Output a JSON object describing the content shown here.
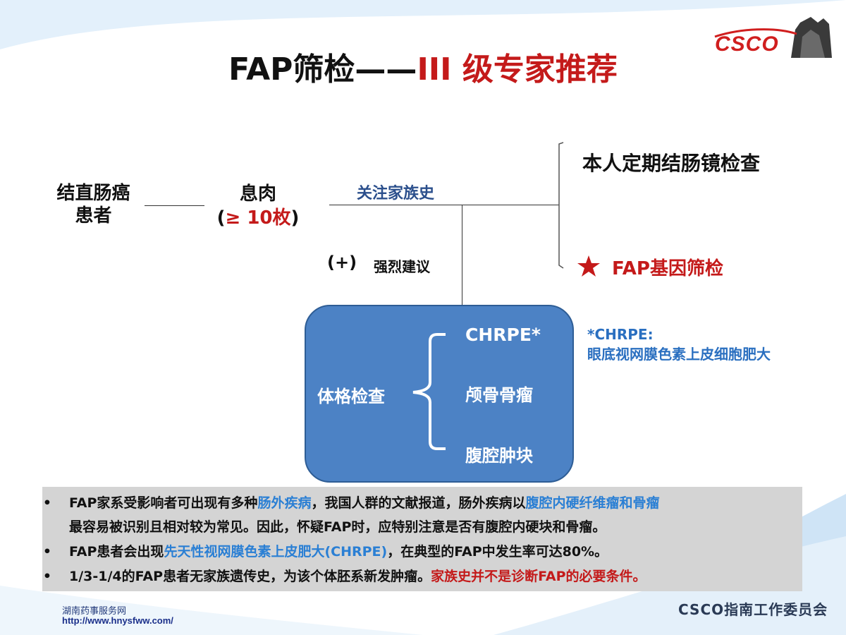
{
  "title": {
    "black": "FAP筛检——",
    "red": "III 级专家推荐"
  },
  "logo": {
    "text": "CSCO"
  },
  "diagram": {
    "patient": {
      "line1": "结直肠癌",
      "line2": "患者"
    },
    "polyp": {
      "line1": "息肉",
      "open": "(",
      "count": "≥ 10枚",
      "close": ")"
    },
    "family_history": "关注家族史",
    "positive": "(+)",
    "strong_recommend": "强烈建议",
    "branch_top": "本人定期结肠镜检查",
    "branch_bottom": "FAP基因筛检",
    "exam_box": {
      "label": "体格检查",
      "items": [
        "CHRPE*",
        "颅骨骨瘤",
        "腹腔肿块"
      ]
    },
    "footnote": {
      "line1": "*CHRPE:",
      "line2": "眼底视网膜色素上皮细胞肥大"
    }
  },
  "notes": {
    "bullet": "•",
    "n1": {
      "a": "FAP家系受影响者可出现有多种",
      "b": "肠外疾病",
      "c": "，我国人群的文献报道，肠外疾病以",
      "d": "腹腔内硬纤维瘤和骨瘤",
      "e": "最容易被识别且相对较为常见。因此，怀疑FAP时，应特别注意是否有腹腔内硬块和骨瘤。"
    },
    "n2": {
      "a": "FAP患者会出现",
      "b": "先天性视网膜色素上皮肥大(CHRPE)",
      "c": "，在典型的FAP中发生率可达80%。"
    },
    "n3": {
      "a": "1/3-1/4的FAP患者无家族遗传史，为该个体胚系新发肿瘤。",
      "b": "家族史并不是诊断FAP的必要条件。"
    }
  },
  "footer": {
    "site_name": "湖南药事服务网",
    "site_url": "http://www.hnysfww.com/",
    "committee": "CSCO指南工作委员会"
  },
  "colors": {
    "accent_red": "#c41a1a",
    "box_blue": "#4c82c5",
    "highlight_blue": "#2a7fd4"
  }
}
